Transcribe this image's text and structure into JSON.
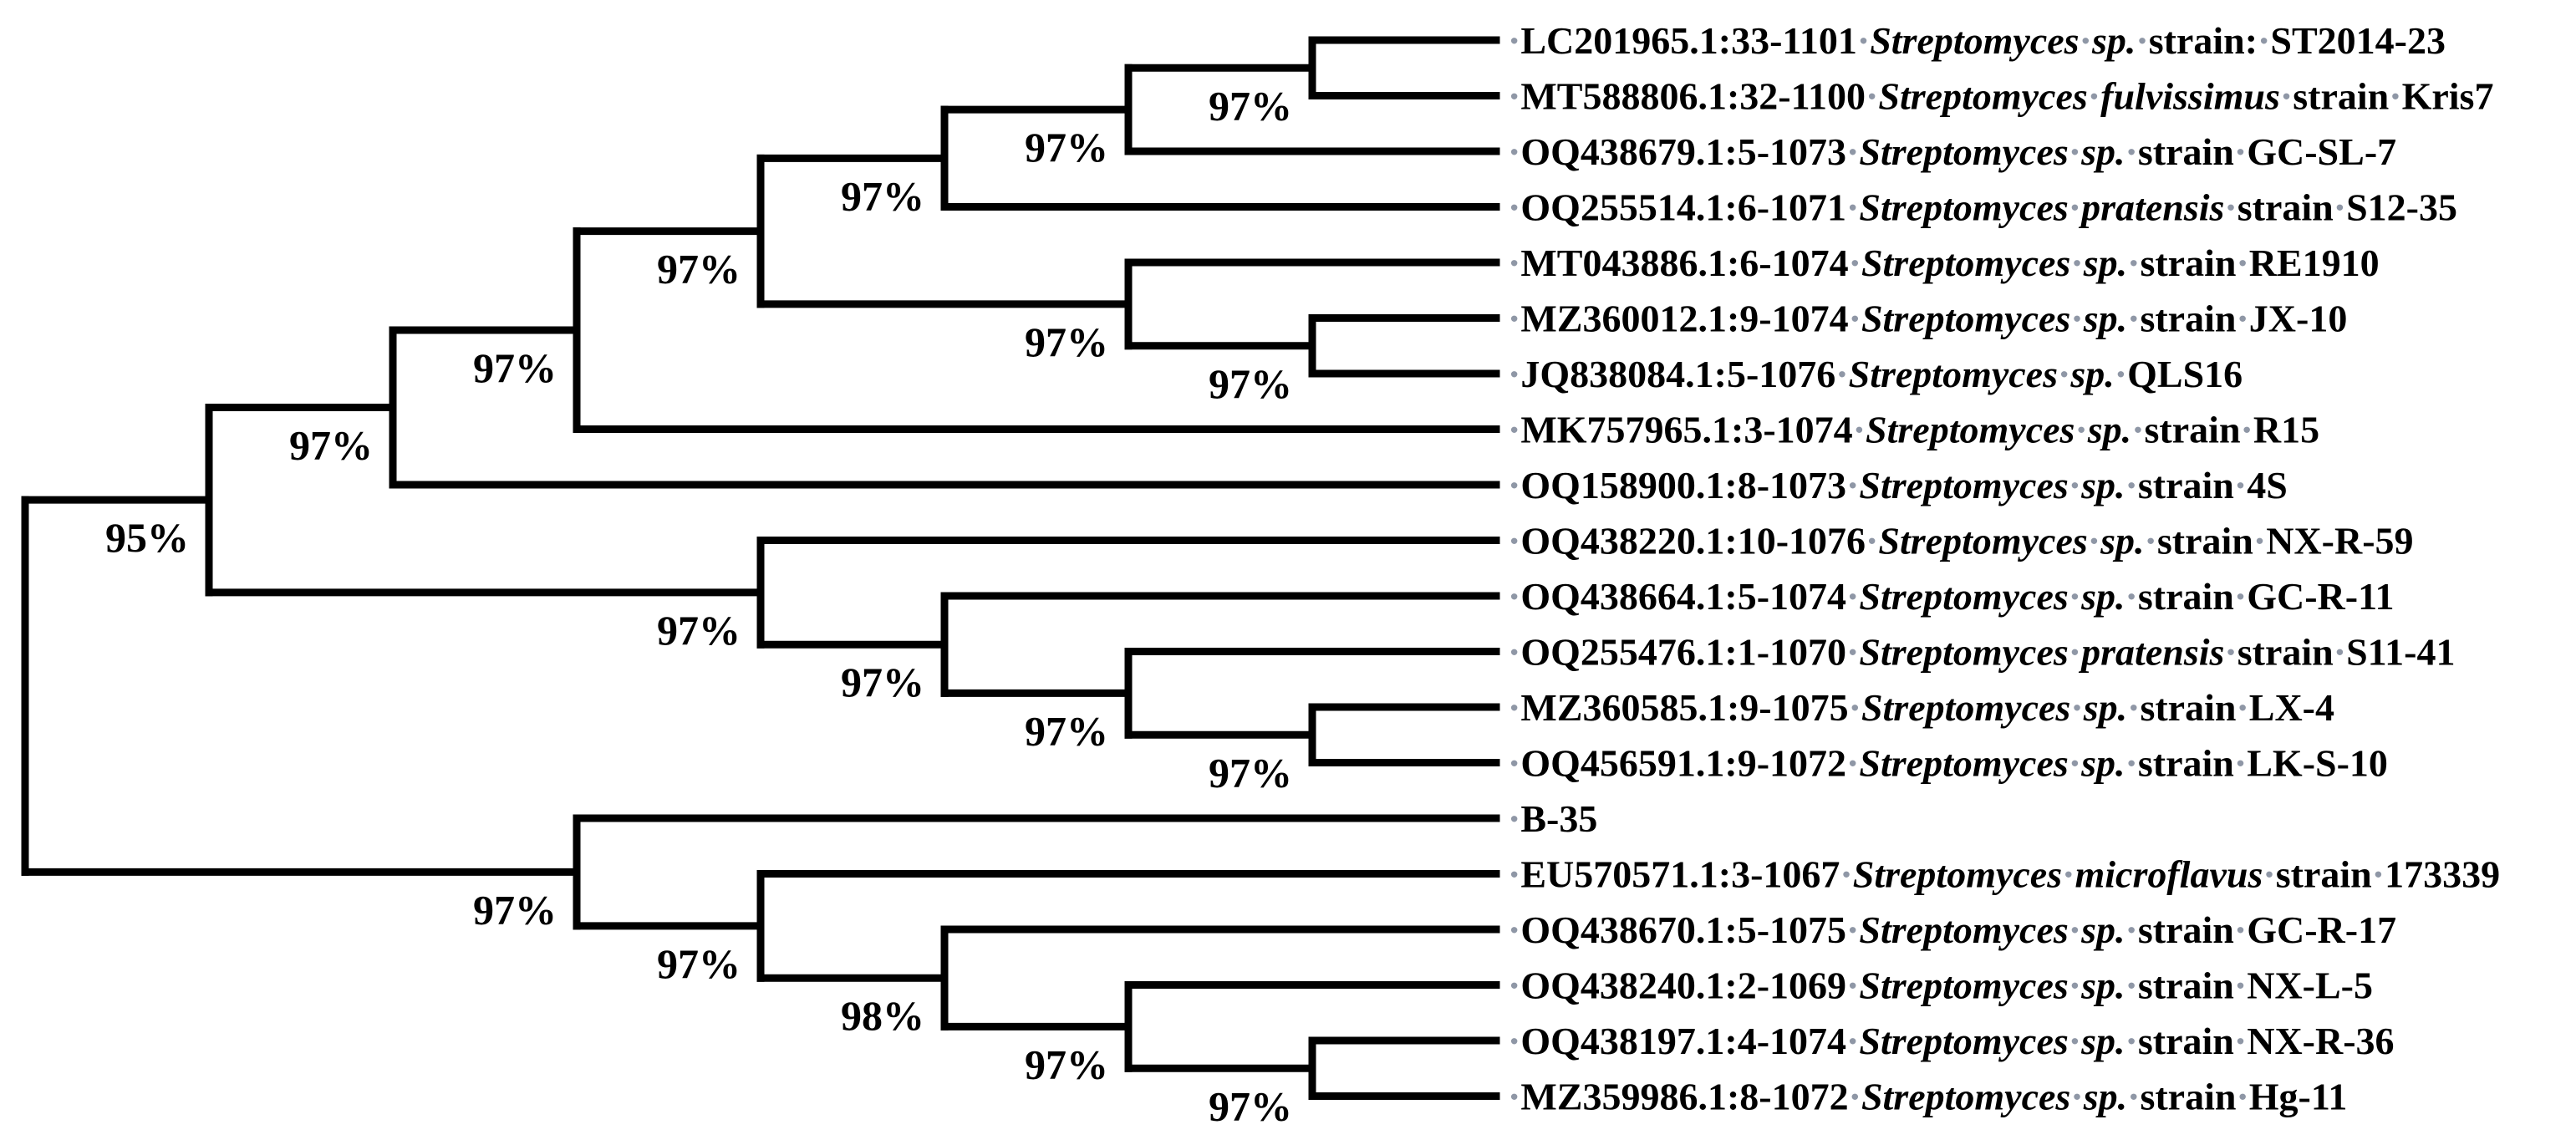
{
  "figure": {
    "type": "phylogenetic-tree",
    "background_color": "#ffffff",
    "branch_color": "#000000",
    "label_color": "#000000",
    "space_mark_color": "#8f97a6",
    "tree": {
      "support": null,
      "children": [
        {
          "support": "95%",
          "children": [
            {
              "support": "97%",
              "children": [
                {
                  "support": "97%",
                  "children": [
                    {
                      "support": "97%",
                      "children": [
                        {
                          "support": "97%",
                          "children": [
                            {
                              "support": "97%",
                              "children": [
                                {
                                  "support": "97%",
                                  "children": [
                                    {
                                      "parts": [
                                        {
                                          "text": "LC201965.1:33-1101",
                                          "italic": false
                                        },
                                        {
                                          "text": "Streptomyces sp.",
                                          "italic": true
                                        },
                                        {
                                          "text": "strain: ST2014-23",
                                          "italic": false
                                        }
                                      ]
                                    },
                                    {
                                      "parts": [
                                        {
                                          "text": "MT588806.1:32-1100",
                                          "italic": false
                                        },
                                        {
                                          "text": "Streptomyces fulvissimus",
                                          "italic": true
                                        },
                                        {
                                          "text": "strain Kris7",
                                          "italic": false
                                        }
                                      ]
                                    }
                                  ]
                                },
                                {
                                  "parts": [
                                    {
                                      "text": "OQ438679.1:5-1073",
                                      "italic": false
                                    },
                                    {
                                      "text": "Streptomyces sp.",
                                      "italic": true
                                    },
                                    {
                                      "text": "strain GC-SL-7",
                                      "italic": false
                                    }
                                  ]
                                }
                              ]
                            },
                            {
                              "parts": [
                                {
                                  "text": "OQ255514.1:6-1071",
                                  "italic": false
                                },
                                {
                                  "text": "Streptomyces pratensis",
                                  "italic": true
                                },
                                {
                                  "text": "strain S12-35",
                                  "italic": false
                                }
                              ]
                            }
                          ]
                        },
                        {
                          "support": "97%",
                          "children": [
                            {
                              "parts": [
                                {
                                  "text": "MT043886.1:6-1074",
                                  "italic": false
                                },
                                {
                                  "text": "Streptomyces sp.",
                                  "italic": true
                                },
                                {
                                  "text": "strain RE1910",
                                  "italic": false
                                }
                              ]
                            },
                            {
                              "support": "97%",
                              "children": [
                                {
                                  "parts": [
                                    {
                                      "text": "MZ360012.1:9-1074",
                                      "italic": false
                                    },
                                    {
                                      "text": "Streptomyces sp.",
                                      "italic": true
                                    },
                                    {
                                      "text": "strain JX-10",
                                      "italic": false
                                    }
                                  ]
                                },
                                {
                                  "parts": [
                                    {
                                      "text": "JQ838084.1:5-1076",
                                      "italic": false
                                    },
                                    {
                                      "text": "Streptomyces sp.",
                                      "italic": true
                                    },
                                    {
                                      "text": "QLS16",
                                      "italic": false
                                    }
                                  ]
                                }
                              ]
                            }
                          ]
                        }
                      ]
                    },
                    {
                      "parts": [
                        {
                          "text": "MK757965.1:3-1074",
                          "italic": false
                        },
                        {
                          "text": "Streptomyces sp.",
                          "italic": true
                        },
                        {
                          "text": "strain R15",
                          "italic": false
                        }
                      ]
                    }
                  ]
                },
                {
                  "parts": [
                    {
                      "text": "OQ158900.1:8-1073",
                      "italic": false
                    },
                    {
                      "text": "Streptomyces sp.",
                      "italic": true
                    },
                    {
                      "text": "strain 4S",
                      "italic": false
                    }
                  ]
                }
              ]
            },
            {
              "support": "97%",
              "children": [
                {
                  "parts": [
                    {
                      "text": "OQ438220.1:10-1076",
                      "italic": false
                    },
                    {
                      "text": "Streptomyces sp.",
                      "italic": true
                    },
                    {
                      "text": "strain NX-R-59",
                      "italic": false
                    }
                  ]
                },
                {
                  "support": "97%",
                  "children": [
                    {
                      "parts": [
                        {
                          "text": "OQ438664.1:5-1074",
                          "italic": false
                        },
                        {
                          "text": "Streptomyces sp.",
                          "italic": true
                        },
                        {
                          "text": "strain GC-R-11",
                          "italic": false
                        }
                      ]
                    },
                    {
                      "support": "97%",
                      "children": [
                        {
                          "parts": [
                            {
                              "text": "OQ255476.1:1-1070",
                              "italic": false
                            },
                            {
                              "text": "Streptomyces pratensis",
                              "italic": true
                            },
                            {
                              "text": "strain S11-41",
                              "italic": false
                            }
                          ]
                        },
                        {
                          "support": "97%",
                          "children": [
                            {
                              "parts": [
                                {
                                  "text": "MZ360585.1:9-1075",
                                  "italic": false
                                },
                                {
                                  "text": "Streptomyces sp.",
                                  "italic": true
                                },
                                {
                                  "text": "strain LX-4",
                                  "italic": false
                                }
                              ]
                            },
                            {
                              "parts": [
                                {
                                  "text": "OQ456591.1:9-1072",
                                  "italic": false
                                },
                                {
                                  "text": "Streptomyces sp.",
                                  "italic": true
                                },
                                {
                                  "text": "strain LK-S-10",
                                  "italic": false
                                }
                              ]
                            }
                          ]
                        }
                      ]
                    }
                  ]
                }
              ]
            }
          ]
        },
        {
          "support": "97%",
          "children": [
            {
              "parts": [
                {
                  "text": "B-35",
                  "italic": false
                }
              ]
            },
            {
              "support": "97%",
              "children": [
                {
                  "parts": [
                    {
                      "text": "EU570571.1:3-1067",
                      "italic": false
                    },
                    {
                      "text": "Streptomyces microflavus",
                      "italic": true
                    },
                    {
                      "text": "strain 173339",
                      "italic": false
                    }
                  ]
                },
                {
                  "support": "98%",
                  "children": [
                    {
                      "parts": [
                        {
                          "text": "OQ438670.1:5-1075",
                          "italic": false
                        },
                        {
                          "text": "Streptomyces sp.",
                          "italic": true
                        },
                        {
                          "text": "strain GC-R-17",
                          "italic": false
                        }
                      ]
                    },
                    {
                      "support": "97%",
                      "children": [
                        {
                          "parts": [
                            {
                              "text": "OQ438240.1:2-1069",
                              "italic": false
                            },
                            {
                              "text": "Streptomyces sp.",
                              "italic": true
                            },
                            {
                              "text": "strain NX-L-5",
                              "italic": false
                            }
                          ]
                        },
                        {
                          "support": "97%",
                          "children": [
                            {
                              "parts": [
                                {
                                  "text": "OQ438197.1:4-1074",
                                  "italic": false
                                },
                                {
                                  "text": "Streptomyces sp.",
                                  "italic": true
                                },
                                {
                                  "text": "strain NX-R-36",
                                  "italic": false
                                }
                              ]
                            },
                            {
                              "parts": [
                                {
                                  "text": "MZ359986.1:8-1072",
                                  "italic": false
                                },
                                {
                                  "text": "Streptomyces sp.",
                                  "italic": true
                                },
                                {
                                  "text": "strain Hg-11",
                                  "italic": false
                                }
                              ]
                            }
                          ]
                        }
                      ]
                    }
                  ]
                }
              ]
            }
          ]
        }
      ]
    }
  }
}
